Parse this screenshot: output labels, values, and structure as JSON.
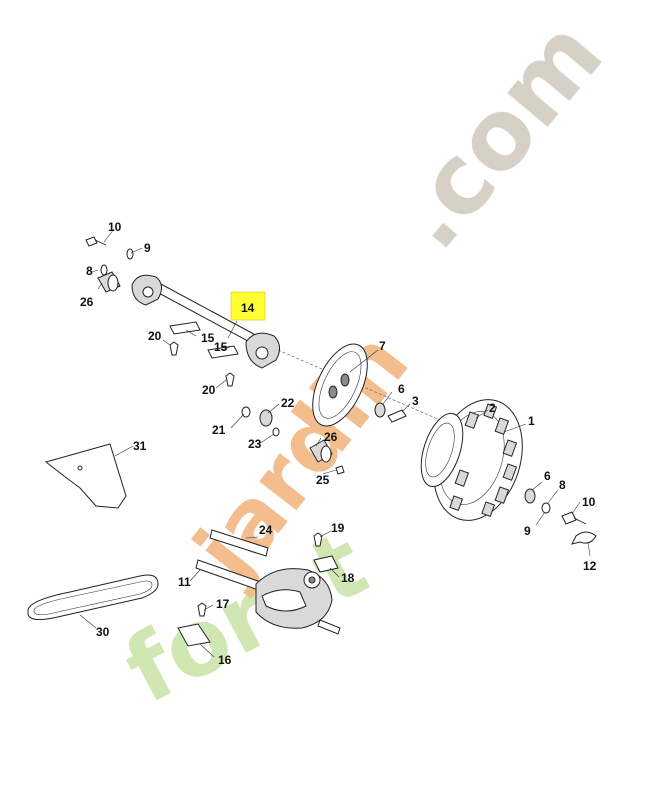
{
  "diagram": {
    "highlighted_label": "14",
    "labels": {
      "p10a": "10",
      "p9a": "9",
      "p8a": "8",
      "p26a": "26",
      "p14": "14",
      "p20a": "20",
      "p15a": "15",
      "p15b": "15",
      "p20b": "20",
      "p7": "7",
      "p6a": "6",
      "p3": "3",
      "p2": "2",
      "p1": "1",
      "p22": "22",
      "p21": "21",
      "p23": "23",
      "p26b": "26",
      "p25": "25",
      "p31": "31",
      "p6b": "6",
      "p8b": "8",
      "p10b": "10",
      "p9b": "9",
      "p12": "12",
      "p19": "19",
      "p24": "24",
      "p18": "18",
      "p11": "11",
      "p17": "17",
      "p30": "30",
      "p16": "16"
    }
  },
  "watermark": {
    "text_part1": "foret",
    "text_part2": "jardin",
    "text_part3": ".com",
    "colors": {
      "green": "#c9e3a6",
      "orange": "#f2b27a",
      "gray": "#cfc8bc"
    }
  },
  "colors": {
    "highlight": "#ffff33",
    "line": "#222222"
  }
}
